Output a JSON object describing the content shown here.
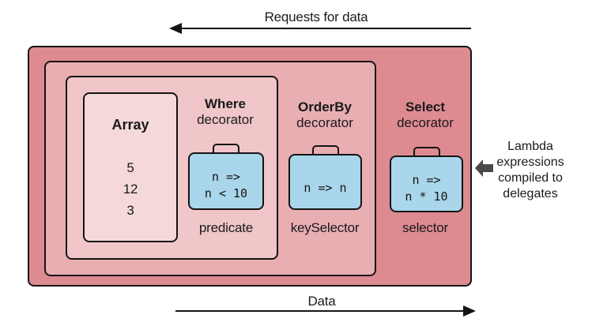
{
  "top_arrow": {
    "label": "Requests for data"
  },
  "bottom_arrow": {
    "label": "Data"
  },
  "array": {
    "title": "Array",
    "values": [
      "5",
      "12",
      "3"
    ]
  },
  "where": {
    "name": "Where",
    "suffix": "decorator",
    "code": [
      "n =>",
      "n < 10"
    ],
    "param": "predicate"
  },
  "orderby": {
    "name": "OrderBy",
    "suffix": "decorator",
    "code": [
      "n => n"
    ],
    "param": "keySelector"
  },
  "select": {
    "name": "Select",
    "suffix": "decorator",
    "code": [
      "n =>",
      "n * 10"
    ],
    "param": "selector"
  },
  "lambda_note": {
    "lines": [
      "Lambda",
      "expressions",
      "compiled to",
      "delegates"
    ]
  },
  "colors": {
    "select_fill": "#de8a91",
    "orderby_fill": "#e9aeb2",
    "where_fill": "#f0c6c8",
    "array_fill": "#f5d9d9",
    "lambda_case_fill": "#a9d6ea",
    "side_arrow": "#4a4a4a"
  }
}
